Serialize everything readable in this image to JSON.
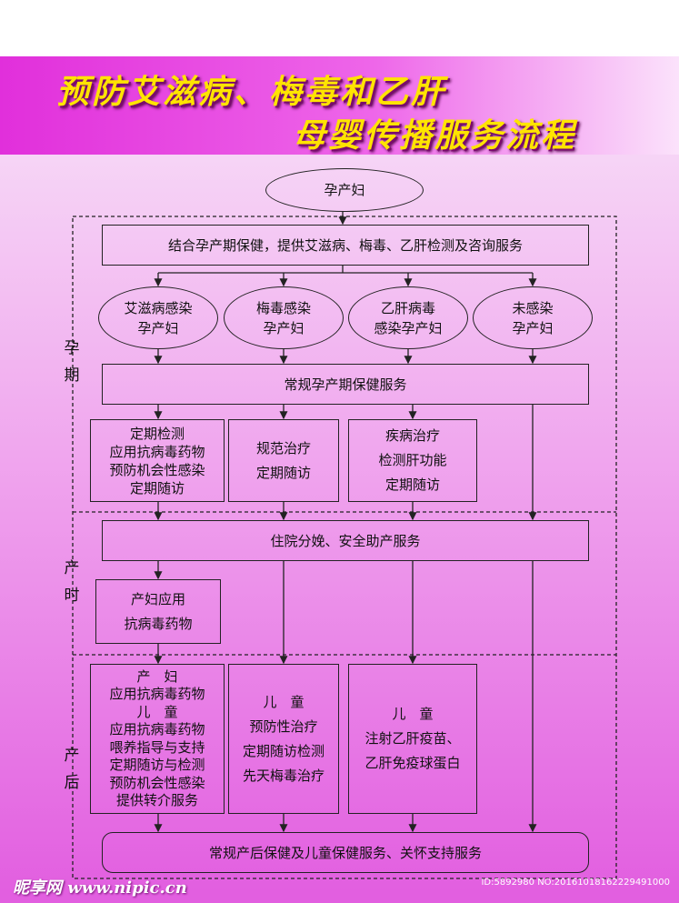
{
  "title": {
    "line1": "预防艾滋病、梅毒和乙肝",
    "line2": "母婴传播服务流程"
  },
  "phases": {
    "pregnancy": [
      "孕",
      "期"
    ],
    "delivery": [
      "产",
      "时"
    ],
    "postpartum": [
      "产",
      "后"
    ]
  },
  "nodes": {
    "start": "孕产妇",
    "screening": "结合孕产期保健，提供艾滋病、梅毒、乙肝检测及咨询服务",
    "groups": [
      [
        "艾滋病感染",
        "孕产妇"
      ],
      [
        "梅毒感染",
        "孕产妇"
      ],
      [
        "乙肝病毒",
        "感染孕产妇"
      ],
      [
        "未感染",
        "孕产妇"
      ]
    ],
    "routine_prenatal": "常规孕产期保健服务",
    "prenatal_services": [
      [
        "定期检测",
        "应用抗病毒药物",
        "预防机会性感染",
        "定期随访"
      ],
      [
        "规范治疗",
        "定期随访"
      ],
      [
        "疾病治疗",
        "检测肝功能",
        "定期随访"
      ]
    ],
    "delivery_service": "住院分娩、安全助产服务",
    "delivery_drug": [
      "产妇应用",
      "抗病毒药物"
    ],
    "postpartum_services": [
      [
        "产　妇",
        "应用抗病毒药物",
        "儿　童",
        "应用抗病毒药物",
        "喂养指导与支持",
        "定期随访与检测",
        "预防机会性感染",
        "提供转介服务"
      ],
      [
        "儿　童",
        "预防性治疗",
        "定期随访检测",
        "先天梅毒治疗"
      ],
      [
        "儿　童",
        "注射乙肝疫苗、",
        "乙肝免疫球蛋白"
      ]
    ],
    "final": "常规产后保健及儿童保健服务、关怀支持服务"
  },
  "footer": {
    "logo": "昵享网 www.nipic.cn",
    "id": "ID:5892980 NO:20161018162229491000"
  },
  "colors": {
    "title_text": "#ffe400",
    "band_start": "#e12fdb",
    "line": "#222222"
  }
}
